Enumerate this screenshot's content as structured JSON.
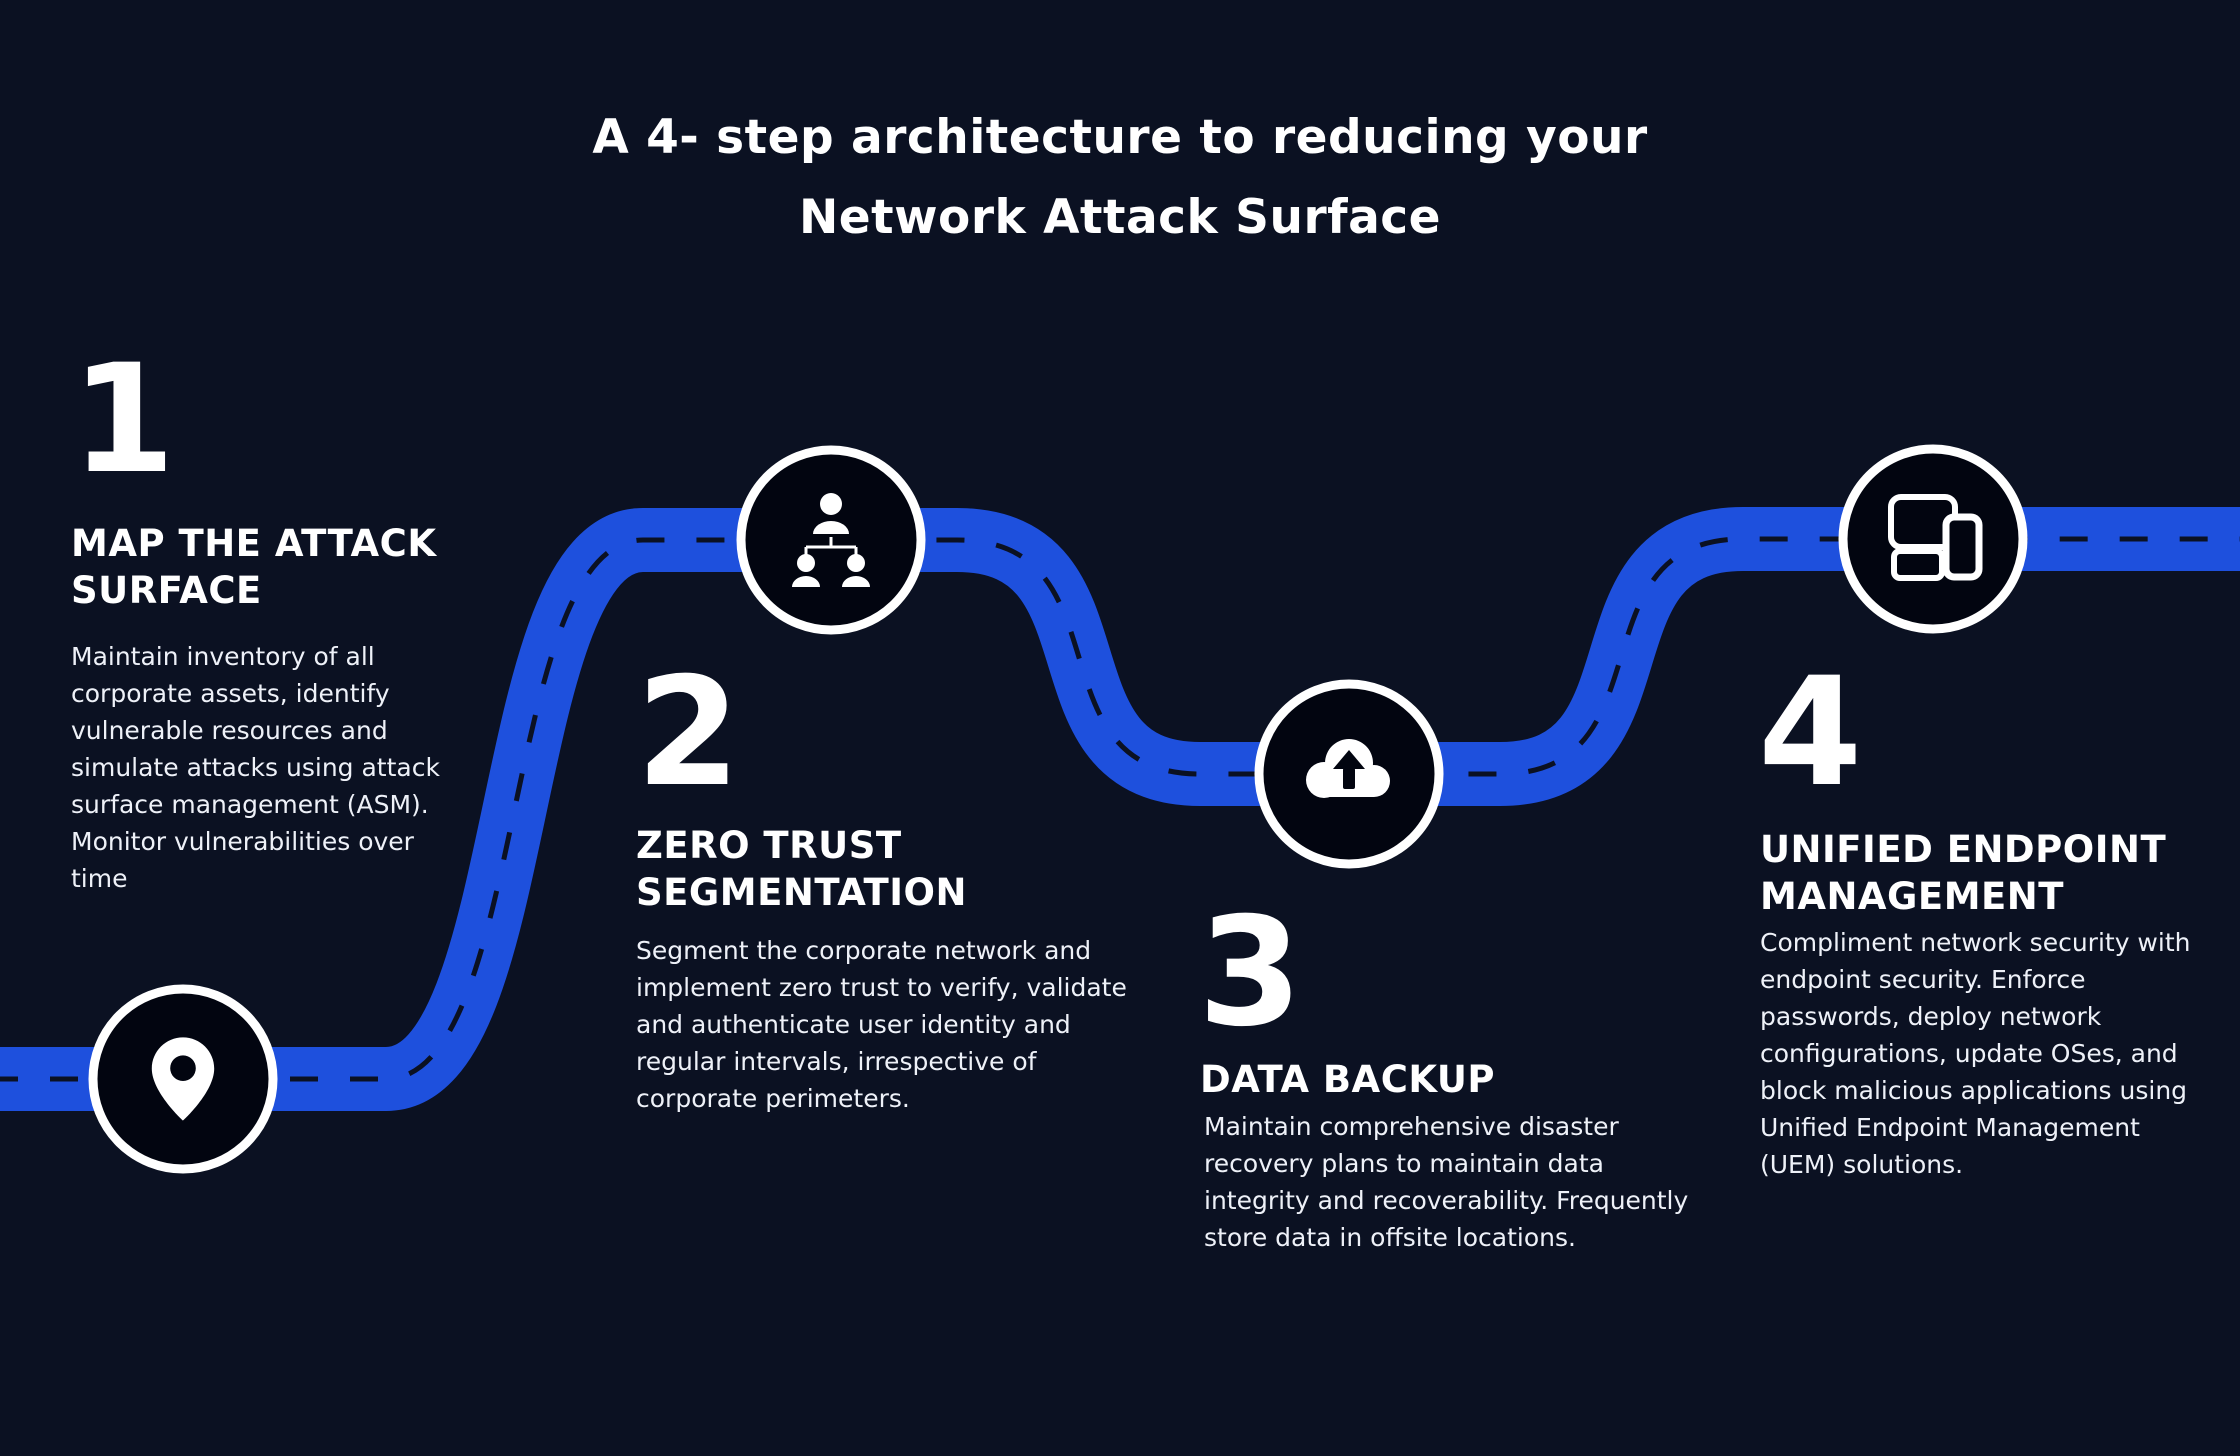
{
  "title": {
    "line1": "A 4- step architecture to reducing your",
    "line2": "Network Attack Surface"
  },
  "colors": {
    "background": "#0b1122",
    "road": "#1e50dd",
    "node_fill": "#020510",
    "node_ring": "#ffffff",
    "text": "#ffffff"
  },
  "steps": [
    {
      "number": "1",
      "heading": "MAP THE ATTACK SURFACE",
      "body": "Maintain inventory of all corporate assets,  identify vulnerable resources and simulate attacks using attack surface management (ASM). Monitor vulnerabilities over time",
      "icon": "location-pin-icon"
    },
    {
      "number": "2",
      "heading": "ZERO TRUST SEGMENTATION",
      "body": "Segment the corporate network and implement zero trust to verify,  validate and authenticate user identity and regular intervals, irrespective of corporate perimeters.",
      "icon": "org-people-icon"
    },
    {
      "number": "3",
      "heading": "DATA BACKUP",
      "body": "Maintain comprehensive disaster recovery plans to maintain data integrity and recoverability. Frequently store data in offsite locations.",
      "icon": "cloud-upload-icon"
    },
    {
      "number": "4",
      "heading": "UNIFIED ENDPOINT MANAGEMENT",
      "body": "Compliment network security with endpoint security. Enforce passwords, deploy network configurations, update OSes, and block malicious applications using Unified Endpoint Management (UEM) solutions.",
      "icon": "devices-icon"
    }
  ]
}
